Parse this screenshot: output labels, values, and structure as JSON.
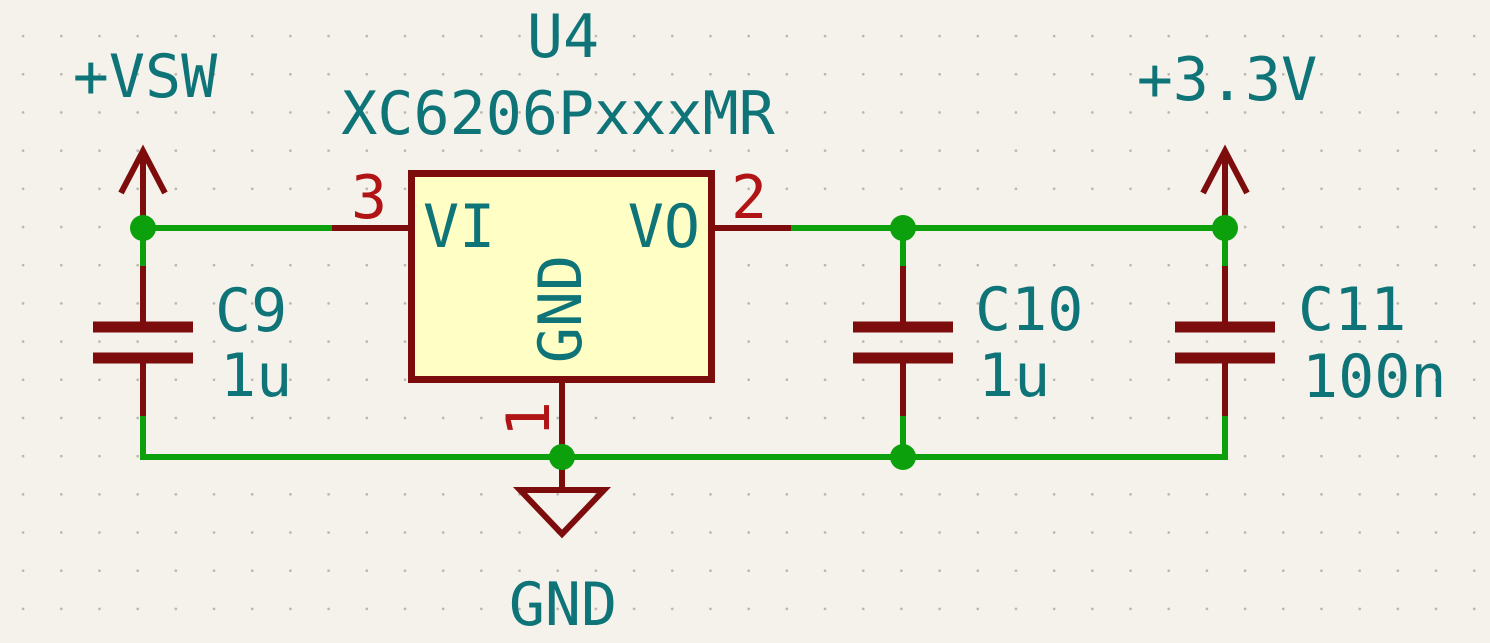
{
  "colors": {
    "background": "#F4F2EB",
    "grid_dot": "#B9B6AE",
    "wire_green": "#0CA00C",
    "symbol_maroon": "#7D0D0D",
    "pin_number_red": "#B01414",
    "label_teal": "#0E7478",
    "ic_body_fill": "#FFFFC5"
  },
  "schematic": {
    "regulator": {
      "reference": "U4",
      "value": "XC6206PxxxMR",
      "pins": [
        {
          "number": "3",
          "name": "VI"
        },
        {
          "number": "2",
          "name": "VO"
        },
        {
          "number": "1",
          "name": "GND"
        }
      ]
    },
    "capacitors": [
      {
        "reference": "C9",
        "value": "1u"
      },
      {
        "reference": "C10",
        "value": "1u"
      },
      {
        "reference": "C11",
        "value": "100n"
      }
    ],
    "power_flags": [
      {
        "label": "+VSW"
      },
      {
        "label": "+3.3V"
      }
    ],
    "ground": {
      "label": "GND"
    }
  }
}
